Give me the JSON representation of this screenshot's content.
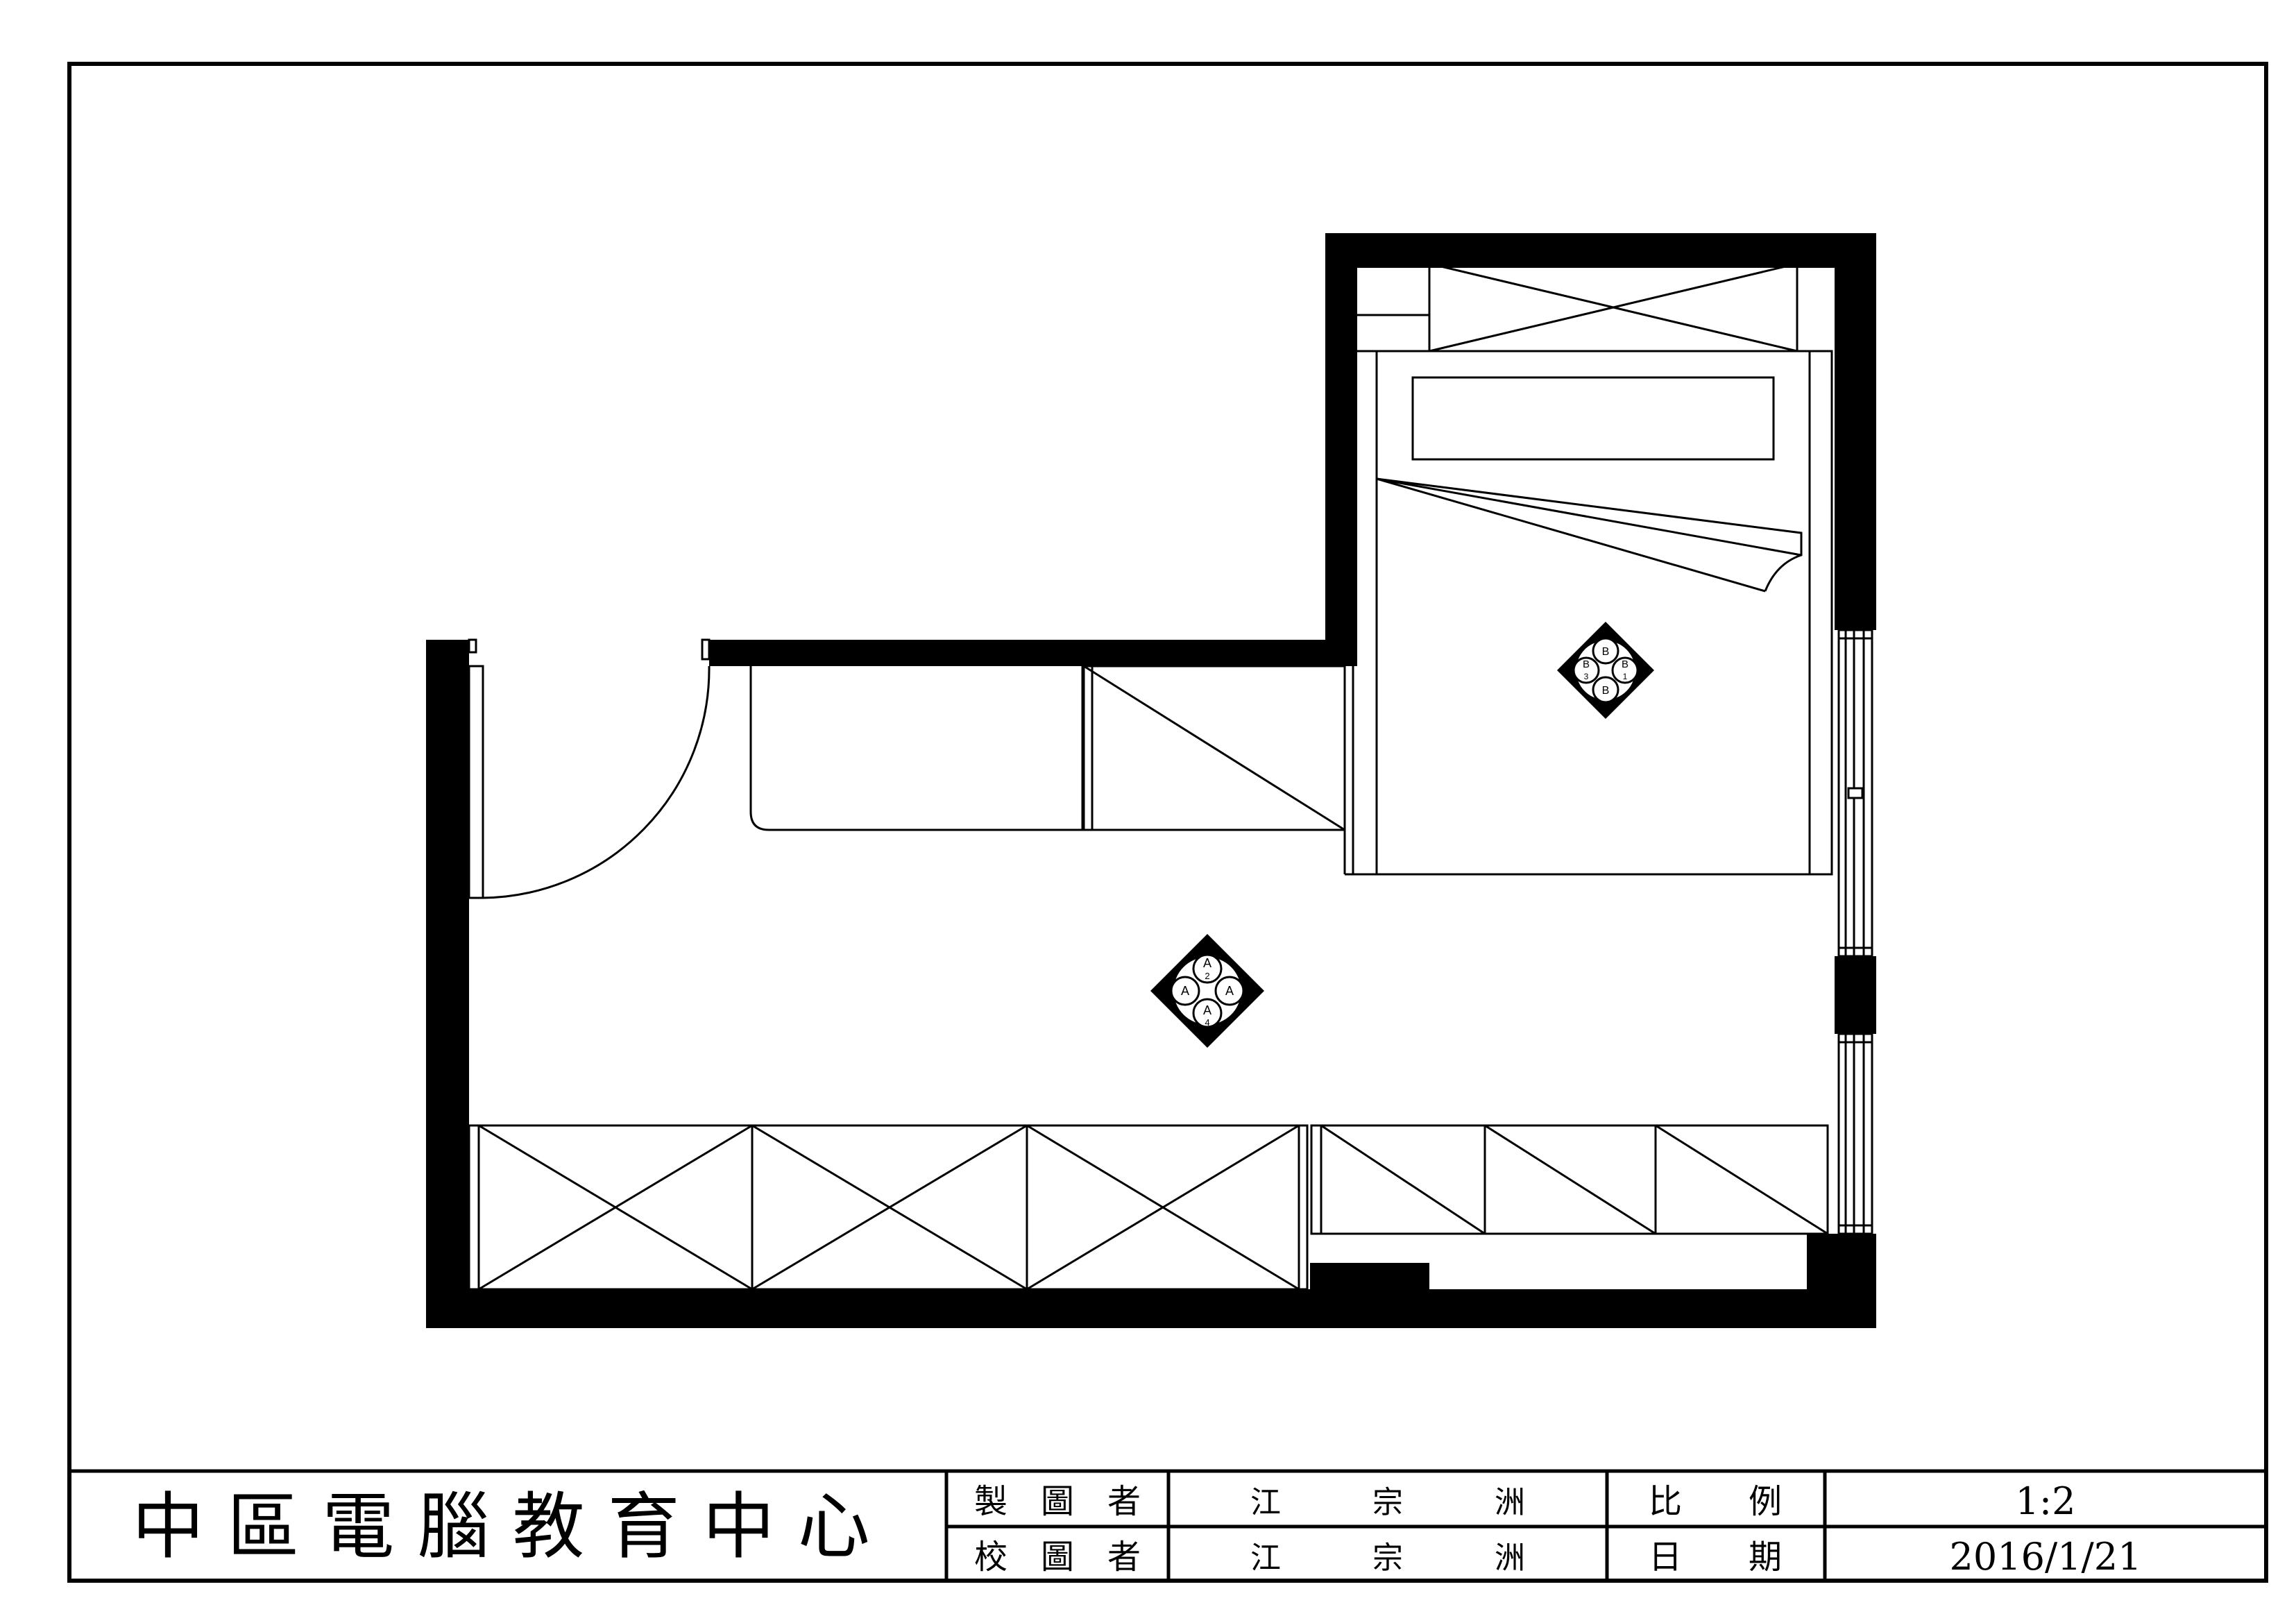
{
  "title_block": {
    "company": "中 區 電 腦 教 育 中 心",
    "drawn_by_label": "製　圖　者",
    "drawn_by_value": "江　　　宗　　　洲",
    "checked_by_label": "校　圖　者",
    "checked_by_value": "江　　　宗　　　洲",
    "scale_label": "比　　例",
    "scale_value": "1:2",
    "date_label": "日　　期",
    "date_value": "2016/1/21"
  },
  "markers": {
    "a": {
      "top": "A",
      "left": "A",
      "right": "A",
      "bottom": "A",
      "n_top": "2",
      "n_bottom": "4"
    },
    "b": {
      "top": "B",
      "left": "B",
      "right": "B",
      "bottom": "B",
      "n_left": "3",
      "n_right": "1"
    }
  },
  "colors": {
    "ink": "#000000",
    "paper": "#ffffff"
  }
}
